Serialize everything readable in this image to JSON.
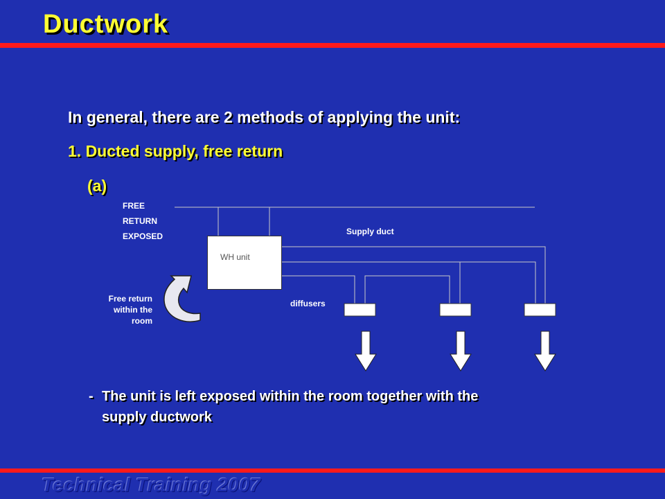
{
  "slide": {
    "title": "Ductwork",
    "footer": "Technical Training 2007"
  },
  "content": {
    "intro": "In general, there are 2 methods of applying the unit:",
    "method": "1. Ducted supply, free return",
    "sub": "(a)",
    "bullet_dash": "-",
    "bullet_line1": "The unit is left exposed within the room together with the",
    "bullet_line2": "supply ductwork"
  },
  "diagram": {
    "free_label": [
      "FREE",
      "RETURN",
      "EXPOSED"
    ],
    "supply_label": "Supply duct",
    "diffusers_label": "diffusers",
    "unit_label": "WH unit",
    "free_return_label": [
      "Free return",
      "within the",
      "room"
    ],
    "colors": {
      "unit_fill": "#ffffff",
      "duct_line": "#c8c8c8",
      "arrow_fill": "#ffffff",
      "curved_arrow_fill": "#e8e8f0"
    }
  }
}
